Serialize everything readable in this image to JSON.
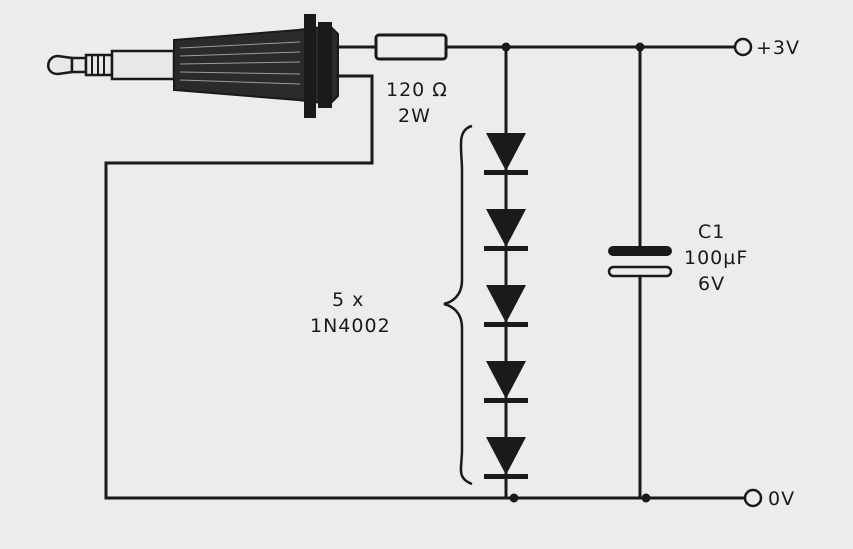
{
  "labels": {
    "resistor_value": "120 Ω",
    "resistor_power": "2W",
    "diodes_count": "5 x",
    "diodes_part": "1N4002",
    "capacitor_name": "C1",
    "capacitor_value": "100µF",
    "capacitor_voltage": "6V",
    "positive_terminal": "+3V",
    "ground_terminal": "0V"
  },
  "diode_count": 5,
  "colors": {
    "ink": "#1a1a1a",
    "paper": "#ececec"
  }
}
